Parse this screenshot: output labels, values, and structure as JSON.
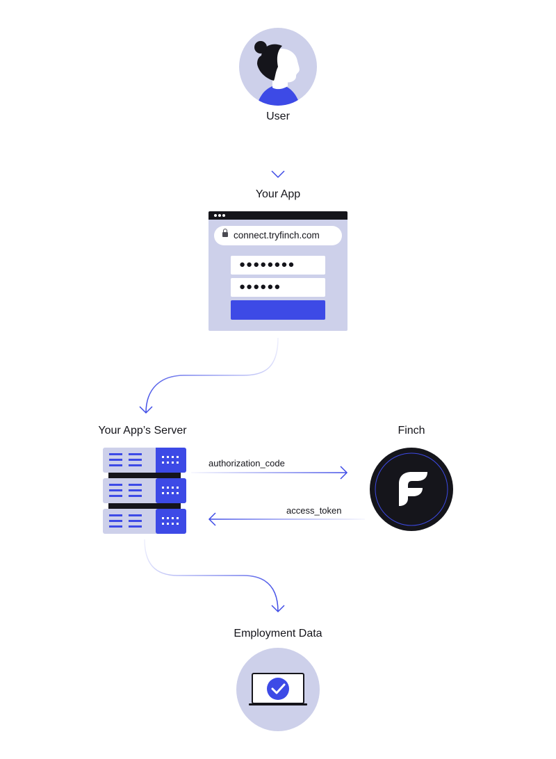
{
  "nodes": {
    "user": {
      "label": "User"
    },
    "your_app": {
      "label": "Your App",
      "url": "connect.tryfinch.com",
      "password_field_1": "●●●●●●●●",
      "password_field_2": "●●●●●●"
    },
    "server": {
      "label": "Your App’s Server"
    },
    "finch": {
      "label": "Finch"
    },
    "employment_data": {
      "label": "Employment Data"
    }
  },
  "edges": {
    "auth_code": "authorization_code",
    "access_token": "access_token"
  },
  "colors": {
    "accent": "#3d4ae6",
    "lavender": "#cdd0ea",
    "dark": "#15151b",
    "white": "#ffffff"
  }
}
